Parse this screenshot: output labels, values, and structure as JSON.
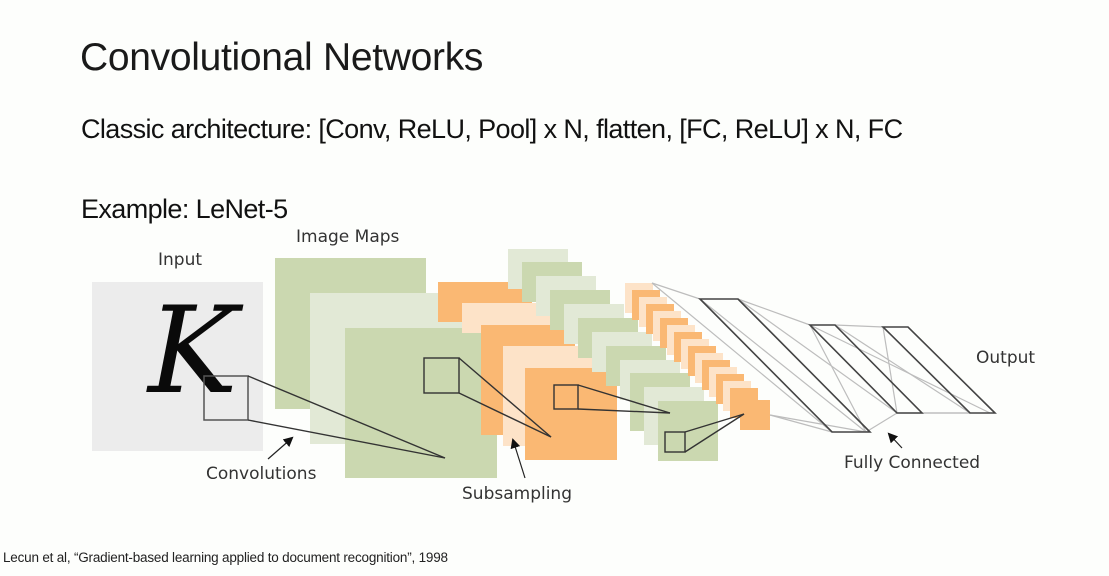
{
  "slide": {
    "title": "Convolutional Networks",
    "subtitle": "Classic architecture: [Conv, ReLU, Pool] x N, flatten, [FC, ReLU] x N, FC",
    "example": "Example: LeNet-5",
    "citation": "Lecun et al, “Gradient-based learning applied to document recognition”, 1998"
  },
  "diagram": {
    "input_glyph": "K",
    "labels": {
      "input": "Input",
      "image_maps": "Image Maps",
      "convolutions": "Convolutions",
      "subsampling": "Subsampling",
      "fully_connected": "Fully Connected",
      "output": "Output"
    },
    "colors": {
      "input_bg": "#ececec",
      "green_dark": "#cbd8b0",
      "green_light": "#e2e9d6",
      "orange_dark": "#fab873",
      "orange_light": "#fde3c8",
      "line_dark": "#333333",
      "line_light": "#b9b9b9"
    }
  }
}
